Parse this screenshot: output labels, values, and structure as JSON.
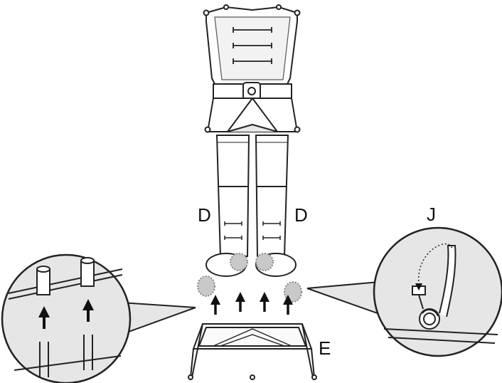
{
  "labels": {
    "left_leg": "D",
    "right_leg": "D",
    "base": "E",
    "tie_detail": "J"
  },
  "colors": {
    "line": "#222222",
    "shading": "#d4d4d4",
    "callout_fill": "#e6e6e6",
    "highlight": "#c9c9c9",
    "background": "#ffffff"
  },
  "icons": {
    "arrows": "up-arrow",
    "callouts": "magnifier-bubble"
  }
}
